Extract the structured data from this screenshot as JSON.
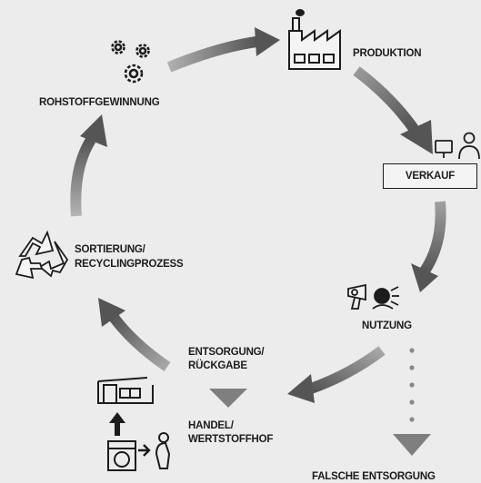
{
  "diagram": {
    "labels": {
      "rohstoff": "ROHSTOFFGEWINNUNG",
      "produktion": "PRODUKTION",
      "verkauf": "VERKAUF",
      "nutzung": "NUTZUNG",
      "entsorgung_l1": "ENTSORGUNG/",
      "entsorgung_l2": "RÜCKGABE",
      "handel_l1": "HANDEL/",
      "handel_l2": "WERTSTOFFHOF",
      "sortierung_l1": "SORTIERUNG/",
      "sortierung_l2": "RECYCLINGPROZESS",
      "falsche": "FALSCHE ENTSORGUNG"
    },
    "colors": {
      "background": "#ececec",
      "arrow_gray": "#8a8a8a",
      "arrow_dark": "#555555",
      "icon": "#1c1c1c"
    }
  }
}
